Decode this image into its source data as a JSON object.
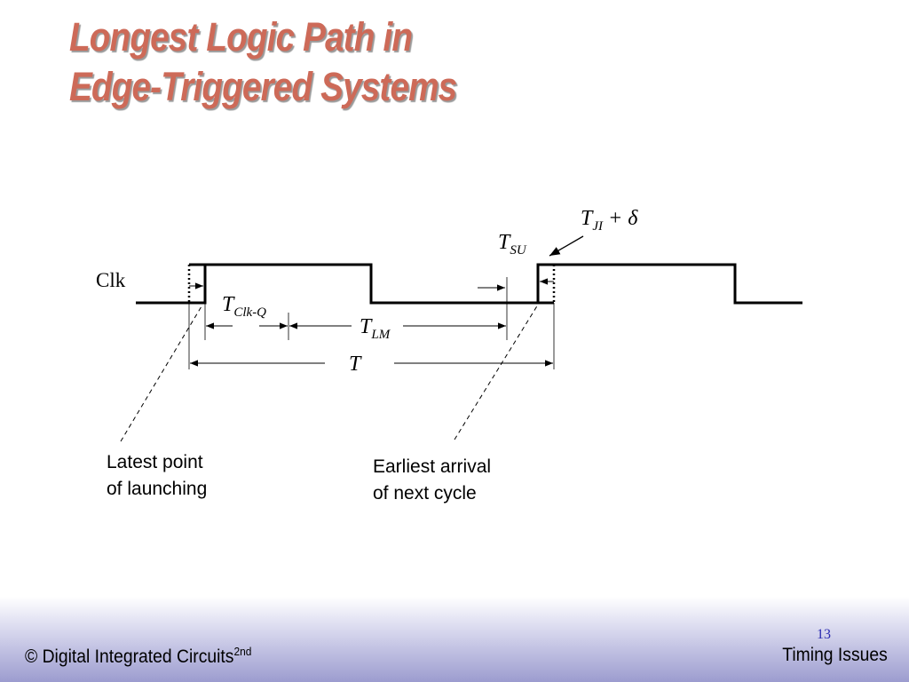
{
  "slide": {
    "title_line1": "Longest Logic Path in",
    "title_line2": "Edge-Triggered Systems"
  },
  "diagram": {
    "clock_label": "Clk",
    "t_clkq": {
      "main": "T",
      "sub": "Clk-Q"
    },
    "t_lm": {
      "main": "T",
      "sub": "LM"
    },
    "t_period": {
      "main": "T"
    },
    "t_su": {
      "main": "T",
      "sub": "SU"
    },
    "t_ji": {
      "main": "T",
      "sub": "JI",
      "suffix": " + δ"
    },
    "caption_launch": {
      "line1": "Latest point",
      "line2": "of launching"
    },
    "caption_arrival": {
      "line1": "Earliest arrival",
      "line2": "of next cycle"
    }
  },
  "footer": {
    "left_text": "© Digital Integrated Circuits",
    "left_sup": "2nd",
    "right_text": "Timing Issues",
    "page_number": "13"
  }
}
